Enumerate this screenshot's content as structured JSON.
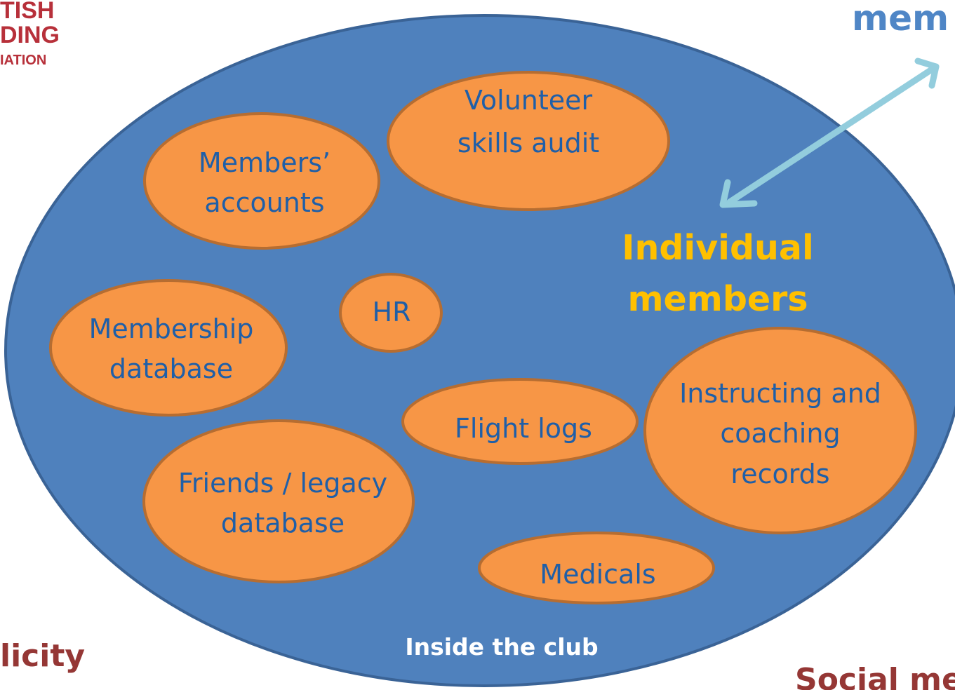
{
  "logo": {
    "line1": "TISH",
    "line2": "DING",
    "line3": "IATION"
  },
  "edge_labels": {
    "top_right": "mem",
    "bottom_left": "licity",
    "bottom_right": "Social me"
  },
  "club": {
    "label": "Inside the club"
  },
  "individual": {
    "line1": "Individual",
    "line2": "members"
  },
  "bubbles": {
    "volunteer": {
      "line1": "Volunteer",
      "line2": "skills audit"
    },
    "accounts": {
      "line1": "Members’",
      "line2": "accounts"
    },
    "hr": {
      "line1": "HR"
    },
    "membership": {
      "line1": "Membership",
      "line2": "database"
    },
    "flight": {
      "line1": "Flight logs"
    },
    "instructing": {
      "line1": "Instructing and",
      "line2": "coaching",
      "line3": "records"
    },
    "friends": {
      "line1": "Friends / legacy",
      "line2": "database"
    },
    "medicals": {
      "line1": "Medicals"
    }
  },
  "colors": {
    "club_fill": "#4f81bd",
    "club_stroke": "#3a6396",
    "bubble_fill": "#f79646",
    "bubble_stroke": "#b66d31",
    "label_blue": "#1f5fa8",
    "highlight_yellow": "#ffc000",
    "arrow": "#93cddd",
    "logo_red": "#b7303a",
    "dark_red": "#953735"
  }
}
